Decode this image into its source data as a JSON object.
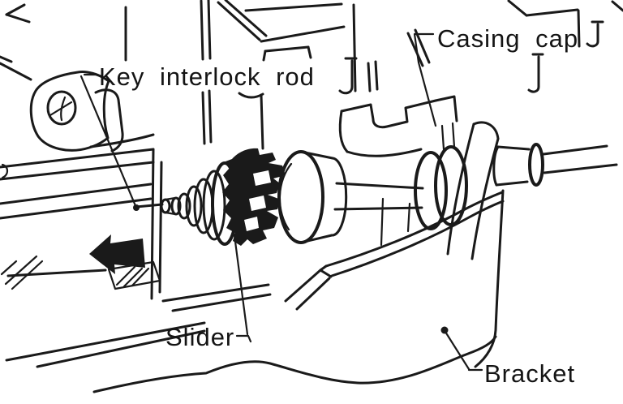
{
  "figure": {
    "kind": "technical-line-diagram",
    "background_color": "#ffffff",
    "line_color": "#1a1a1a",
    "callouts": [
      {
        "id": "key-interlock-rod",
        "text": "Key interlock rod"
      },
      {
        "id": "casing-cap",
        "text": "Casing cap"
      },
      {
        "id": "slider",
        "text": "Slider"
      },
      {
        "id": "bracket",
        "text": "Bracket"
      }
    ],
    "direction_arrow": {
      "direction": "left",
      "style": "solid-black"
    }
  }
}
